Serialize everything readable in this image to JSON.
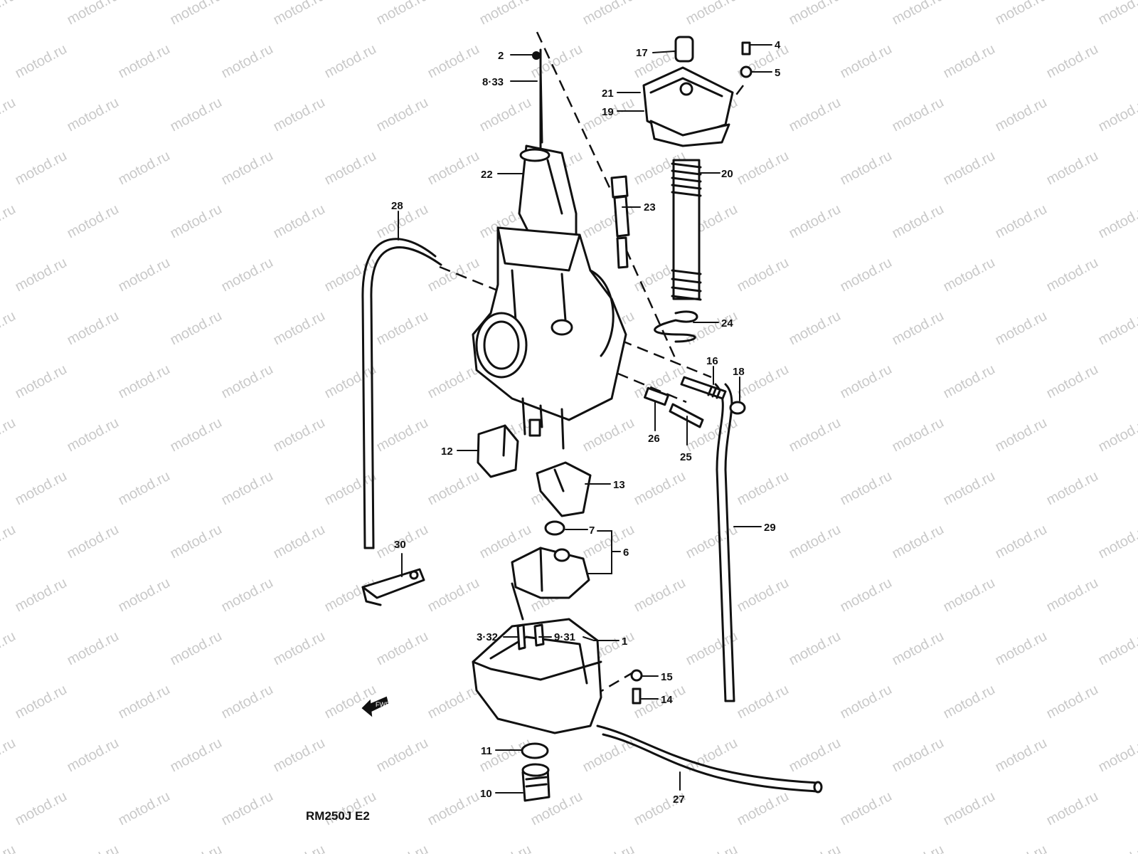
{
  "watermark": "motod.ru",
  "model_code": "RM250J E2",
  "fwd_label": "FWD",
  "parts": [
    "1",
    "2",
    "3·32",
    "4",
    "5",
    "6",
    "7",
    "8·33",
    "9·31",
    "10",
    "11",
    "12",
    "13",
    "14",
    "15",
    "16",
    "17",
    "18",
    "19",
    "20",
    "21",
    "22",
    "23",
    "24",
    "25",
    "26",
    "27",
    "28",
    "29",
    "30"
  ]
}
